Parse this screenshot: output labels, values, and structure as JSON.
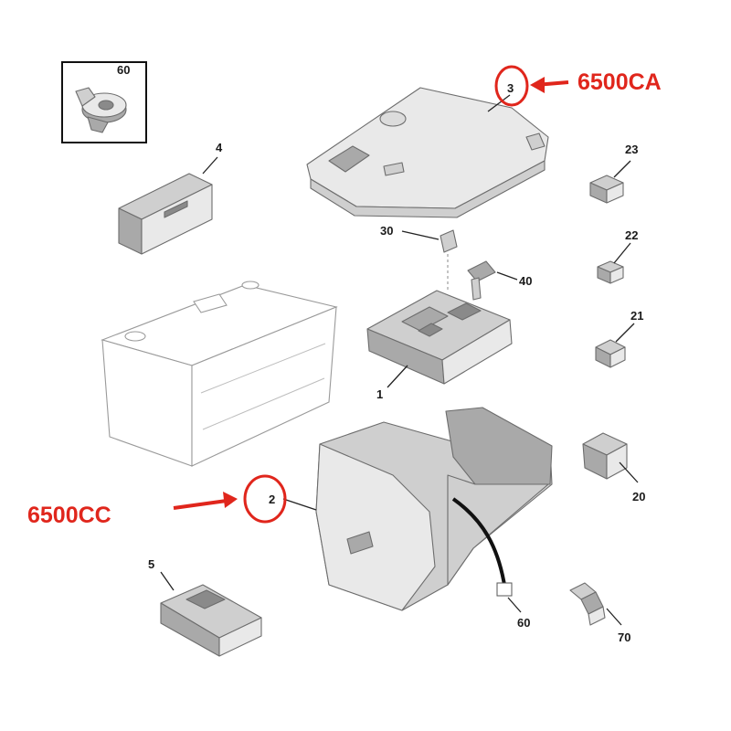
{
  "callouts": {
    "c60a": "60",
    "c4": "4",
    "c3": "3",
    "c23": "23",
    "c30": "30",
    "c40": "40",
    "c22": "22",
    "c21": "21",
    "c1": "1",
    "c20": "20",
    "c2": "2",
    "c5": "5",
    "c60b": "60",
    "c70": "70"
  },
  "references": {
    "top": "6500CA",
    "bottom": "6500CC"
  },
  "colors": {
    "reference_red": "#e0261c",
    "part_gray": "#cfcfcf"
  }
}
